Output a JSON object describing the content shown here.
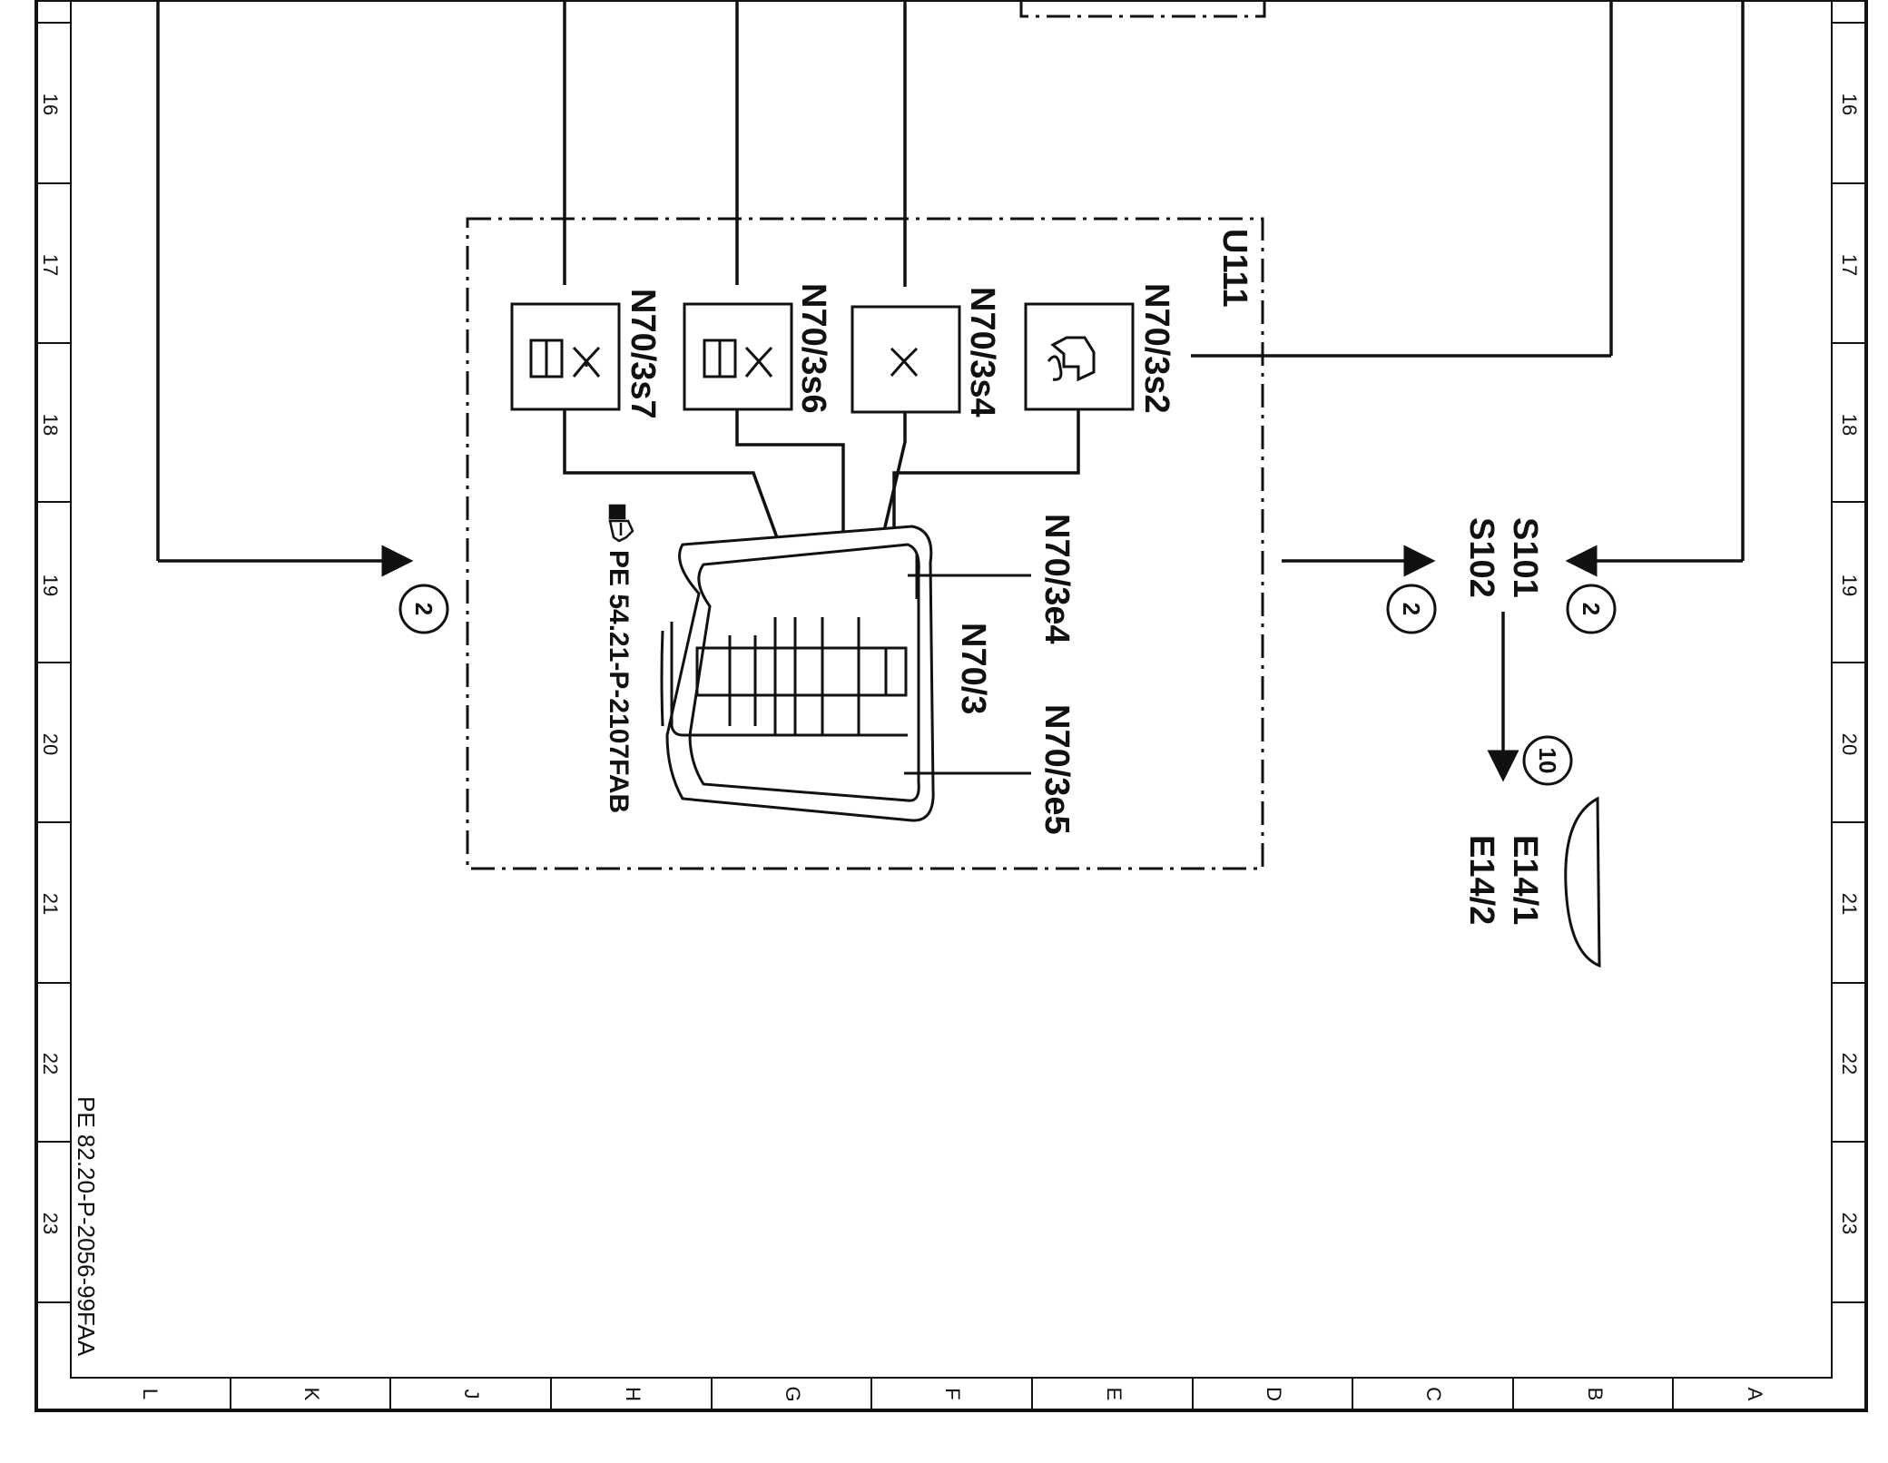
{
  "sheet": {
    "ruler_rows": [
      "16",
      "17",
      "18",
      "19",
      "20",
      "21",
      "22",
      "23"
    ],
    "ruler_cols": [
      "L",
      "K",
      "J",
      "H",
      "G",
      "F",
      "E",
      "D",
      "C",
      "B",
      "A"
    ],
    "footer_ref": "PE 82.20-P-2056-99FAA"
  },
  "module": {
    "label": "U111",
    "switches": [
      {
        "id": "N70/3s7"
      },
      {
        "id": "N70/3s6"
      },
      {
        "id": "N70/3s4"
      },
      {
        "id": "N70/3s2"
      }
    ],
    "lamps": [
      "N70/3e4",
      "N70/3e5"
    ],
    "unit": "N70/3",
    "reference": "PE 54.21-P-2107FAB"
  },
  "connectors": {
    "left_ref": "2",
    "mid_ref": "2",
    "right_ref": "2",
    "bottom_ref": "10"
  },
  "outputs": {
    "switch_labels": [
      "S101",
      "S102"
    ],
    "lamp_labels": [
      "E14/1",
      "E14/2"
    ]
  }
}
